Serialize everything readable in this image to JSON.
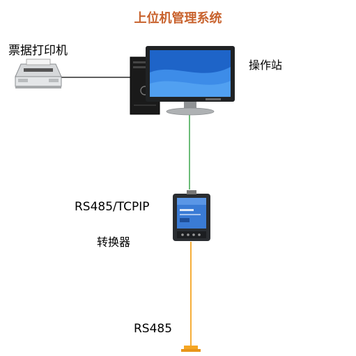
{
  "diagram": {
    "title": "上位机管理系统",
    "printer": {
      "label": "票据打印机",
      "icon": "dot-matrix-printer"
    },
    "workstation": {
      "label": "操作站",
      "icon": "desktop-computer"
    },
    "converter": {
      "label_line1": "RS485/TCPIP",
      "label_line2": "转换器",
      "icon": "serial-converter"
    },
    "bus": {
      "label": "RS485",
      "icon": "bus-terminal"
    },
    "links": [
      {
        "from": "printer",
        "to": "workstation",
        "color": "#000000"
      },
      {
        "from": "workstation",
        "to": "converter",
        "color": "#3aa54a"
      },
      {
        "from": "converter",
        "to": "bus",
        "color": "#f5a623"
      }
    ],
    "colors": {
      "title": "#c8622d",
      "ethernet": "#3aa54a",
      "rs485": "#f5a623"
    }
  }
}
